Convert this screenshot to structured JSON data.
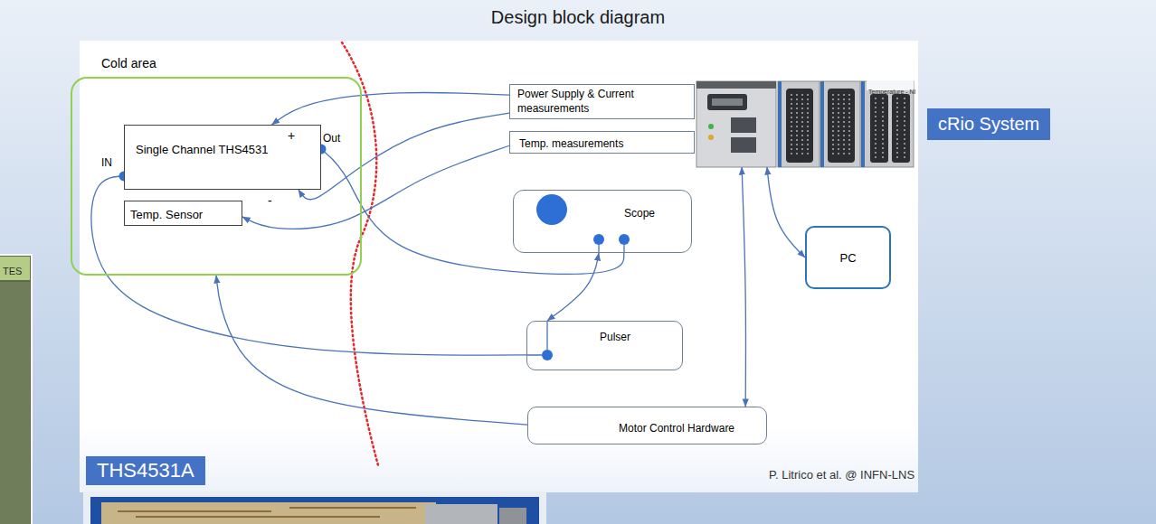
{
  "diagram": {
    "title": "Design block diagram",
    "caption": "P. Litrico et al. @ INFN-LNS",
    "nodes": [
      {
        "text": [
          "Cold area"
        ]
      },
      {
        "text": [
          "Single Channel THS4531"
        ],
        "in": 0
      },
      {
        "text": [
          "Temp. Sensor"
        ],
        "in": 0
      },
      {
        "text": [
          "Power Supply & Current measurements"
        ]
      },
      {
        "text": [
          "Temp. measurements"
        ]
      },
      {
        "text": [
          "cRio System"
        ]
      },
      {
        "text": [
          "Scope"
        ]
      },
      {
        "text": [
          "PC"
        ]
      },
      {
        "text": [
          "Pulser"
        ]
      },
      {
        "text": [
          "Motor Control Hardware"
        ]
      },
      {
        "text": [
          "THS4531A"
        ]
      }
    ],
    "edges": [
      {
        "from": 3,
        "to": 1,
        "arrow": "to"
      },
      {
        "from": 3,
        "to": 1,
        "arrow": "to"
      },
      {
        "from": 4,
        "to": 2,
        "arrow": "to"
      },
      {
        "from": 1,
        "to": 6,
        "arrow": "none"
      },
      {
        "from": 6,
        "to": 8,
        "arrow": "both"
      },
      {
        "from": 8,
        "to": 1,
        "arrow": "none"
      },
      {
        "from": 9,
        "to": 0,
        "arrow": "to"
      },
      {
        "from": 9,
        "to": 5,
        "arrow": "both"
      },
      {
        "from": 5,
        "to": 7,
        "arrow": "both"
      }
    ],
    "labels": [
      "IN",
      "Out",
      "+",
      "-",
      "Temperature - NI",
      "TES"
    ]
  }
}
